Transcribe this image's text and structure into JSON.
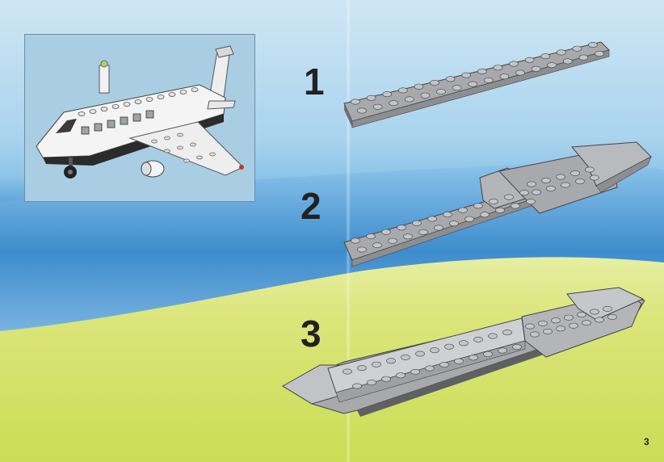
{
  "steps": [
    {
      "number": "1"
    },
    {
      "number": "2"
    },
    {
      "number": "3"
    }
  ],
  "page_number": "3",
  "colors": {
    "sky_top": "#cfe6f4",
    "water": "#3f8fd0",
    "grass": "#cfe05a",
    "brick_gray": "#a8a9ad",
    "brick_dark": "#6e6f73",
    "inset_bg": "#a9cde3"
  }
}
